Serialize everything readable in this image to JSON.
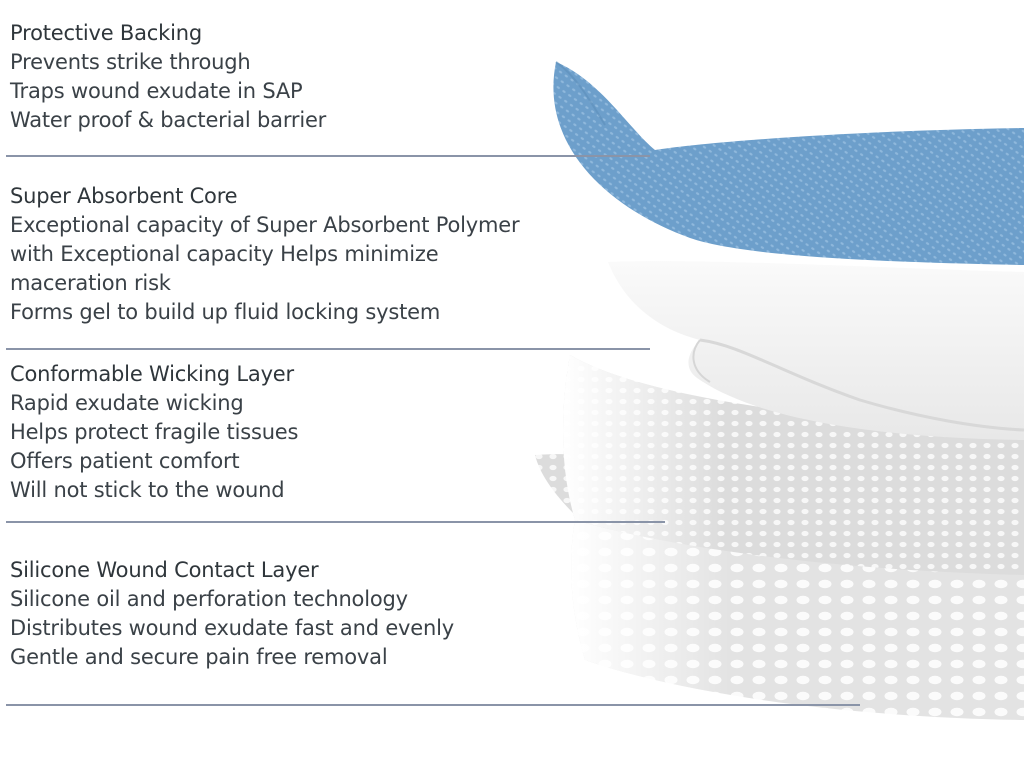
{
  "layers": [
    {
      "title": "Protective Backing",
      "lines": [
        "Prevents strike through",
        "Traps wound exudate in SAP",
        "Water proof & bacterial barrier"
      ]
    },
    {
      "title": "Super Absorbent Core",
      "lines": [
        "Exceptional capacity of Super Absorbent Polymer",
        "with Exceptional capacity Helps minimize",
        "maceration risk",
        "Forms gel to build up fluid locking system"
      ]
    },
    {
      "title": "Conformable Wicking Layer",
      "lines": [
        "Rapid exudate wicking",
        "Helps protect fragile tissues",
        "Offers patient comfort",
        "Will not stick to the wound"
      ]
    },
    {
      "title": "Silicone Wound Contact Layer",
      "lines": [
        "Silicone oil and perforation technology",
        "Distributes wound exudate fast and evenly",
        "Gentle and secure pain free removal"
      ]
    }
  ],
  "colors": {
    "backing": "#6a9ec8",
    "core": "#f2f2f2",
    "wicking": "#e4e4e4",
    "divider": "#8a94a8",
    "text": "#333a40"
  }
}
